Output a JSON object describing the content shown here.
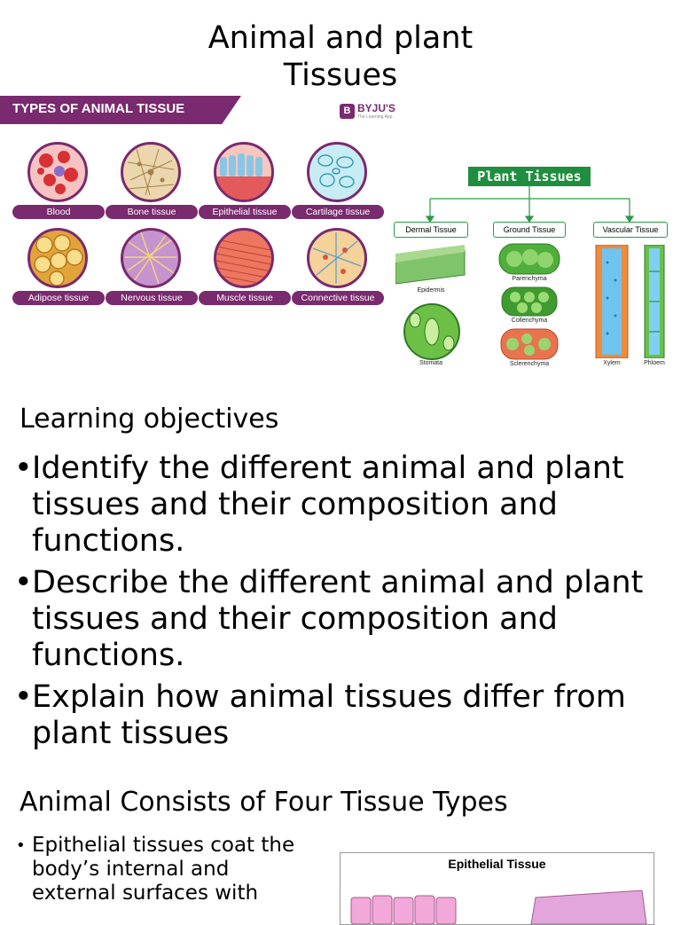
{
  "slide": {
    "title_line1": "Animal and plant",
    "title_line2": "Tissues"
  },
  "animal_figure": {
    "banner": "TYPES OF ANIMAL TISSUE",
    "brand": "BYJU'S",
    "brand_logo": "B",
    "brand_tagline": "The Learning App",
    "tissues": [
      {
        "label": "Blood",
        "color": "#e8474a"
      },
      {
        "label": "Bone tissue",
        "color": "#e8cfa1"
      },
      {
        "label": "Epithelial tissue",
        "color": "#f29a8e"
      },
      {
        "label": "Cartilage tissue",
        "color": "#9fd8e8"
      },
      {
        "label": "Adipose tissue",
        "color": "#f2c84b"
      },
      {
        "label": "Nervous tissue",
        "color": "#c9a0d0"
      },
      {
        "label": "Muscle tissue",
        "color": "#ef7a62"
      },
      {
        "label": "Connective tissue",
        "color": "#f2c27a"
      }
    ]
  },
  "plant_figure": {
    "header": "Plant Tissues",
    "categories": [
      "Dermal Tissue",
      "Ground Tissue",
      "Vascular Tissue"
    ],
    "dermal_labels": [
      "Epidermis",
      "Stomata"
    ],
    "ground_labels": [
      "Parenchyma",
      "Collenchyma",
      "Sclerenchyma"
    ],
    "vascular_labels": [
      "Xylem",
      "Phloem"
    ],
    "accent_color": "#1f8f3f"
  },
  "objectives": {
    "heading": "Learning objectives",
    "items": [
      "Identify the different animal and plant tissues and their composition and functions.",
      "Describe the different animal and plant tissues and their composition and functions.",
      "Explain how animal tissues differ from plant tissues"
    ]
  },
  "section2": {
    "heading": "Animal Consists of Four Tissue Types",
    "bullet": "Epithelial tissues coat the body’s internal and external surfaces with",
    "figure_title": "Epithelial Tissue"
  }
}
